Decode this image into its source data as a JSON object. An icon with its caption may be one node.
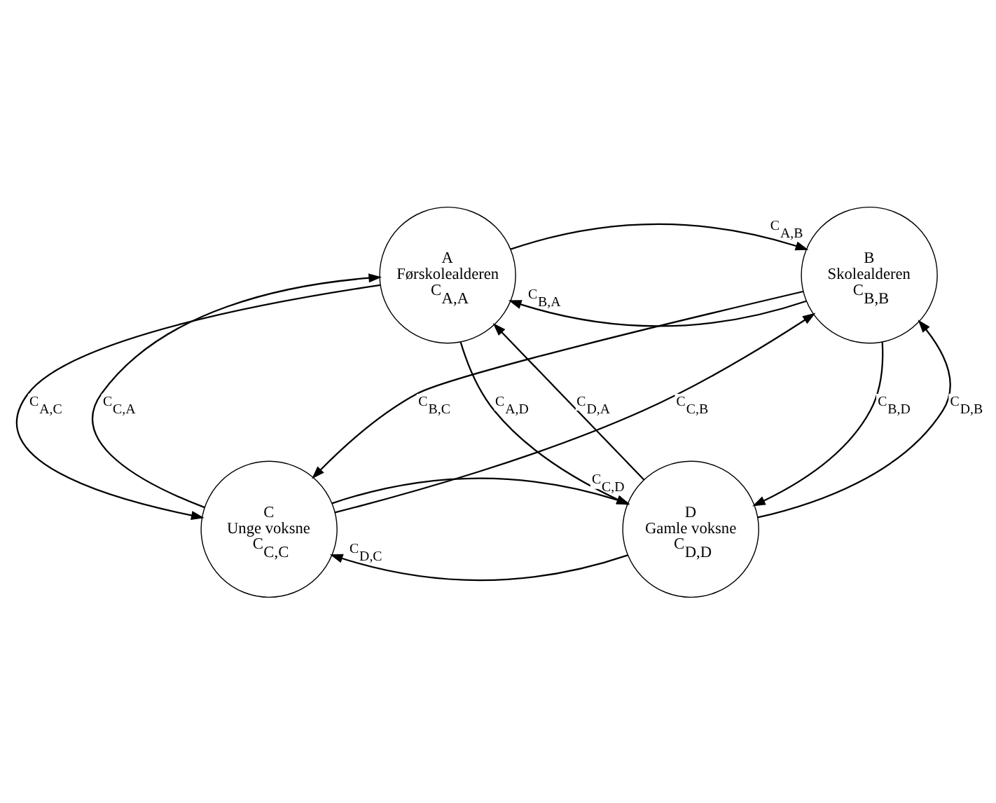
{
  "diagram": {
    "nodes": [
      {
        "text": [
          "A",
          "Førskolealderen",
          "C$_{A,A}$"
        ]
      },
      {
        "text": [
          "B",
          "Skolealderen",
          "C$_{B,B}$"
        ]
      },
      {
        "text": [
          "C",
          "Unge voksne",
          "C$_{C,C}$"
        ]
      },
      {
        "text": [
          "D",
          "Gamle voksne",
          "C$_{D,D}$"
        ]
      }
    ],
    "edges": [
      {
        "from": 1,
        "to": 0,
        "arrow": "to",
        "label": "C$_{B,A}$"
      },
      {
        "from": 0,
        "to": 1,
        "arrow": "to",
        "label": "C$_{A,B}$"
      },
      {
        "from": 3,
        "to": 0,
        "arrow": "to",
        "label": "C$_{D,A}$"
      },
      {
        "from": 2,
        "to": 0,
        "arrow": "to",
        "label": "C$_{C,A}$"
      },
      {
        "from": 0,
        "to": 2,
        "arrow": "to",
        "label": "C$_{A,C}$"
      },
      {
        "from": 2,
        "to": 1,
        "arrow": "to",
        "label": "C$_{C,B}$"
      },
      {
        "from": 1,
        "to": 2,
        "arrow": "to",
        "label": "C$_{B,C}$"
      },
      {
        "from": 1,
        "to": 3,
        "arrow": "to",
        "label": "C$_{B,D}$"
      },
      {
        "from": 3,
        "to": 1,
        "arrow": "to",
        "label": "C$_{D,B}$"
      },
      {
        "from": 0,
        "to": 3,
        "arrow": "to",
        "label": "C$_{A,D}$"
      },
      {
        "from": 3,
        "to": 2,
        "arrow": "to",
        "label": "C$_{D,C}$"
      },
      {
        "from": 2,
        "to": 3,
        "arrow": "to",
        "label": "C$_{C,D}$"
      }
    ]
  }
}
